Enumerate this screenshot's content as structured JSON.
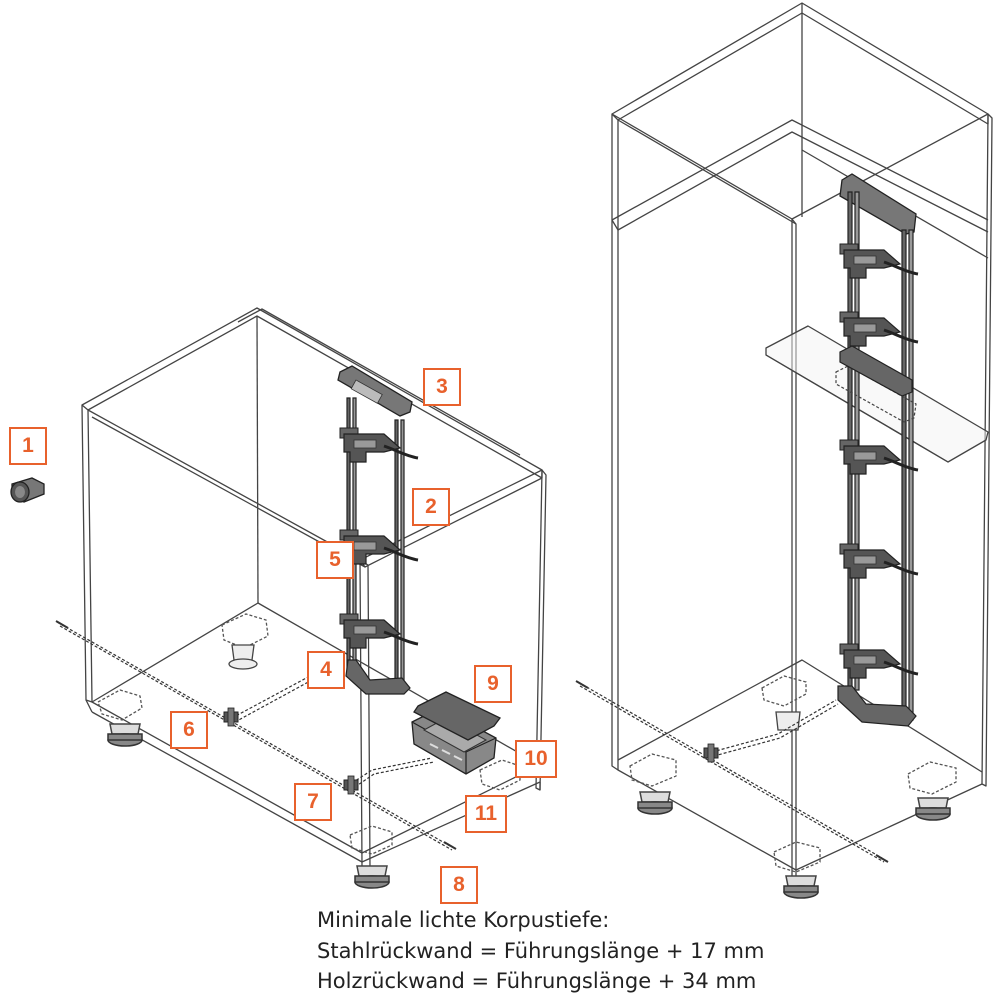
{
  "callouts": {
    "c1": "1",
    "c2": "2",
    "c3": "3",
    "c4": "4",
    "c5": "5",
    "c6": "6",
    "c7": "7",
    "c8": "8",
    "c9": "9",
    "c10": "10",
    "c11": "11"
  },
  "note": {
    "line1": "Minimale lichte Korpustiefe:",
    "line2": "Stahlrückwand = Führungslänge + 17 mm",
    "line3": "Holzrückwand = Führungslänge + 34 mm"
  },
  "colors": {
    "callout": "#e8612c",
    "line": "#444444",
    "mechanism": "#555555",
    "text": "#222222"
  }
}
